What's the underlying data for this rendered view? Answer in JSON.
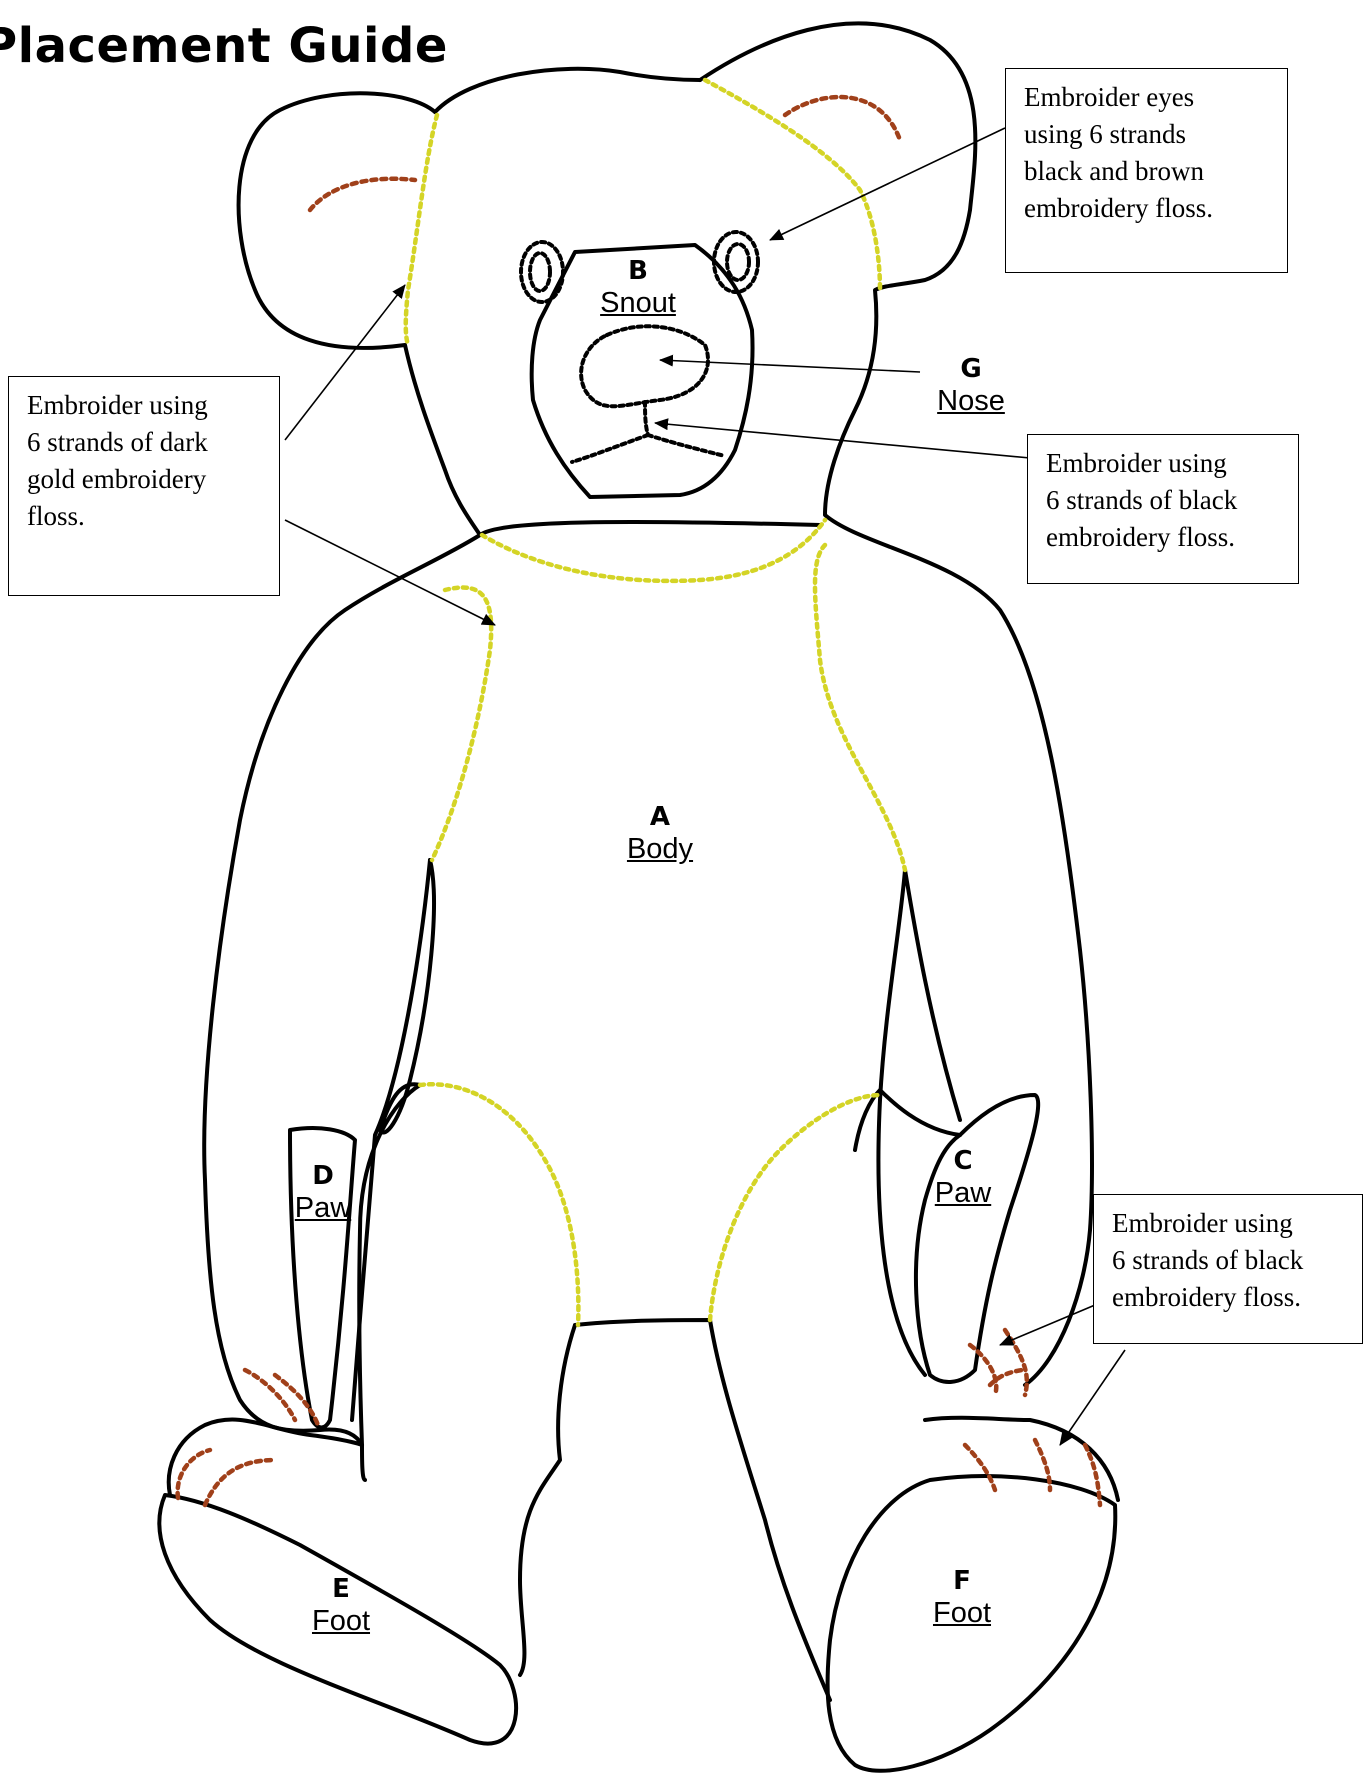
{
  "title": "Placement Guide",
  "callouts": {
    "eyes": "Embroider eyes\nusing 6 strands\nblack and brown\nembroidery floss.",
    "gold": "Embroider using\n6 strands of dark\ngold embroidery\nfloss.",
    "mouth": "Embroider using\n6 strands of black\nembroidery floss.",
    "claws": "Embroider using\n6 strands of black\nembroidery floss."
  },
  "pieces": {
    "snout": {
      "letter": "B",
      "name": "Snout"
    },
    "nose": {
      "letter": "G",
      "name": "Nose"
    },
    "body": {
      "letter": "A",
      "name": "Body"
    },
    "paw_left": {
      "letter": "D",
      "name": "Paw"
    },
    "paw_right": {
      "letter": "C",
      "name": "Paw"
    },
    "foot_left": {
      "letter": "E",
      "name": "Foot"
    },
    "foot_right": {
      "letter": "F",
      "name": "Foot"
    }
  },
  "colors": {
    "outline": "#000000",
    "gold_stitch": "#d4d426",
    "brown_stitch": "#a0401a"
  }
}
